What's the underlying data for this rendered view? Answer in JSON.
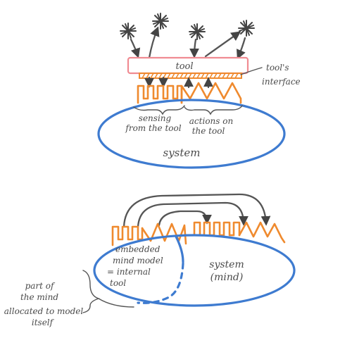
{
  "top_diagram": {
    "tool_label": "tool",
    "interface_label_line1": "tool's",
    "interface_label_line2": "interface",
    "sensing_label_line1": "sensing",
    "sensing_label_line2": "from the tool",
    "actions_label_line1": "actions on",
    "actions_label_line2": "the tool",
    "system_label": "system"
  },
  "bottom_diagram": {
    "embedded_label_line1": "embedded",
    "embedded_label_line2": "mind model",
    "embedded_label_line3": "= internal",
    "embedded_label_line4": "tool",
    "system_label_line1": "system",
    "system_label_line2": "(mind)",
    "part_label_line1": "part of",
    "part_label_line2": "the mind",
    "part_label_line3": "allocated to model",
    "part_label_line4": "itself"
  },
  "colors": {
    "system_outline": "#3e7bd0",
    "interface": "#ef8a2e",
    "tool_outline": "#f08b92",
    "arrows": "#555555"
  }
}
